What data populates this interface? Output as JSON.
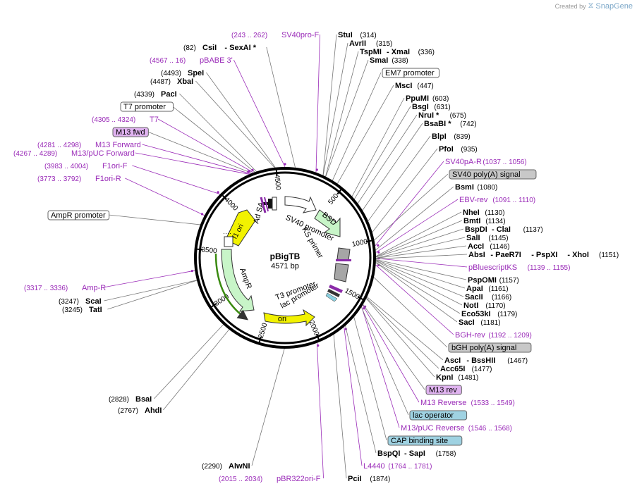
{
  "brand": {
    "created_by": "Created by",
    "product": "SnapGene"
  },
  "plasmid": {
    "name": "pBigTB",
    "length_label": "4571 bp",
    "length": 4571
  },
  "colors": {
    "enzyme": "#000000",
    "primer": "#9a2bb8",
    "feature_box_gray": "#c8c8c8",
    "feature_box_purple": "#e0b3f0",
    "feature_box_blue": "#9fd2e2",
    "ori": "#f2f200",
    "ampr": "#c8f5c8",
    "bsd": "#c8f5c8",
    "backbone": "#000000"
  },
  "ticks": [
    "500",
    "1000",
    "1500",
    "2000",
    "2500",
    "3000",
    "3500",
    "4000",
    "4500"
  ],
  "labels": [
    {
      "name": "label-sv40pro-f",
      "kind": "primer",
      "pos": 253,
      "parts": [
        [
          "(243 .. 262)",
          "p"
        ],
        [
          "SV40pro-F",
          "P"
        ]
      ]
    },
    {
      "name": "label-csii-sexai",
      "kind": "enzyme",
      "pos": 82,
      "parts": [
        [
          "(82)",
          "n"
        ],
        [
          "CsiI",
          "b"
        ],
        [
          "- SexAI *",
          "b"
        ]
      ]
    },
    {
      "name": "label-pbabe3",
      "kind": "primer",
      "pos": 4571,
      "parts": [
        [
          "(4567 .. 16)",
          "p"
        ],
        [
          "pBABE 3'",
          "P"
        ]
      ]
    },
    {
      "name": "label-spei",
      "kind": "enzyme",
      "pos": 4493,
      "parts": [
        [
          "(4493)",
          "n"
        ],
        [
          "SpeI",
          "b"
        ]
      ]
    },
    {
      "name": "label-xbai",
      "kind": "enzyme",
      "pos": 4487,
      "parts": [
        [
          "(4487)",
          "n"
        ],
        [
          "XbaI",
          "b"
        ]
      ]
    },
    {
      "name": "label-paci",
      "kind": "enzyme",
      "pos": 4339,
      "parts": [
        [
          "(4339)",
          "n"
        ],
        [
          "PacI",
          "b"
        ]
      ]
    },
    {
      "name": "label-t7-promoter",
      "kind": "box-white",
      "pos": 4325,
      "parts": [
        [
          "T7 promoter",
          "box"
        ]
      ]
    },
    {
      "name": "label-t7",
      "kind": "primer",
      "pos": 4314,
      "parts": [
        [
          "(4305 .. 4324)",
          "p"
        ],
        [
          "T7",
          "P"
        ]
      ]
    },
    {
      "name": "label-m13-fwd",
      "kind": "box-purple",
      "pos": 4300,
      "parts": [
        [
          "M13 fwd",
          "box"
        ]
      ]
    },
    {
      "name": "label-m13-forward",
      "kind": "primer",
      "pos": 4289,
      "parts": [
        [
          "(4281 .. 4298)",
          "p"
        ],
        [
          "M13 Forward",
          "P"
        ]
      ]
    },
    {
      "name": "label-m13puc-forward",
      "kind": "primer",
      "pos": 4278,
      "parts": [
        [
          "(4267 .. 4289)",
          "p"
        ],
        [
          "M13/pUC Forward",
          "P"
        ]
      ]
    },
    {
      "name": "label-f1ori-f",
      "kind": "primer",
      "pos": 3993,
      "parts": [
        [
          "(3983 .. 4004)",
          "p"
        ],
        [
          "F1ori-F",
          "P"
        ]
      ]
    },
    {
      "name": "label-f1ori-r",
      "kind": "primer",
      "pos": 3782,
      "parts": [
        [
          "(3773 .. 3792)",
          "p"
        ],
        [
          "F1ori-R",
          "P"
        ]
      ]
    },
    {
      "name": "label-ampr-promoter",
      "kind": "box-white",
      "pos": 3700,
      "parts": [
        [
          "AmpR promoter",
          "box"
        ]
      ]
    },
    {
      "name": "label-amp-r",
      "kind": "primer",
      "pos": 3326,
      "parts": [
        [
          "(3317 .. 3336)",
          "p"
        ],
        [
          "Amp-R",
          "P"
        ]
      ]
    },
    {
      "name": "label-scai",
      "kind": "enzyme",
      "pos": 3247,
      "parts": [
        [
          "(3247)",
          "n"
        ],
        [
          "ScaI",
          "b"
        ]
      ]
    },
    {
      "name": "label-tati",
      "kind": "enzyme",
      "pos": 3245,
      "parts": [
        [
          "(3245)",
          "n"
        ],
        [
          "TatI",
          "b"
        ]
      ]
    },
    {
      "name": "label-bsai",
      "kind": "enzyme",
      "pos": 2828,
      "parts": [
        [
          "(2828)",
          "n"
        ],
        [
          "BsaI",
          "b"
        ]
      ]
    },
    {
      "name": "label-ahdi",
      "kind": "enzyme",
      "pos": 2767,
      "parts": [
        [
          "(2767)",
          "n"
        ],
        [
          "AhdI",
          "b"
        ]
      ]
    },
    {
      "name": "label-alwni",
      "kind": "enzyme",
      "pos": 2290,
      "parts": [
        [
          "(2290)",
          "n"
        ],
        [
          "AlwNI",
          "b"
        ]
      ]
    },
    {
      "name": "label-pbr322ori-f",
      "kind": "primer",
      "pos": 2024,
      "parts": [
        [
          "(2015 .. 2034)",
          "p"
        ],
        [
          "pBR322ori-F",
          "P"
        ]
      ]
    },
    {
      "name": "label-pcii",
      "kind": "enzyme",
      "pos": 1874,
      "parts": [
        [
          "PciI",
          "b"
        ],
        [
          "(1874)",
          "n"
        ]
      ]
    },
    {
      "name": "label-l4440",
      "kind": "primer",
      "pos": 1772,
      "parts": [
        [
          "L4440",
          "P"
        ],
        [
          "(1764 .. 1781)",
          "p"
        ]
      ]
    },
    {
      "name": "label-bspqi-sapi",
      "kind": "enzyme",
      "pos": 1758,
      "parts": [
        [
          "BspQI",
          "b"
        ],
        [
          "- SapI",
          "b"
        ],
        [
          "(1758)",
          "n"
        ]
      ]
    },
    {
      "name": "label-cap-binding-site",
      "kind": "box-blue",
      "pos": 1660,
      "parts": [
        [
          "CAP binding site",
          "box"
        ]
      ]
    },
    {
      "name": "label-m13puc-reverse",
      "kind": "primer",
      "pos": 1557,
      "parts": [
        [
          "M13/pUC Reverse",
          "P"
        ],
        [
          "(1546 .. 1568)",
          "p"
        ]
      ]
    },
    {
      "name": "label-lac-operator",
      "kind": "box-blue",
      "pos": 1560,
      "parts": [
        [
          "lac operator",
          "box"
        ]
      ]
    },
    {
      "name": "label-m13-reverse",
      "kind": "primer",
      "pos": 1541,
      "parts": [
        [
          "M13 Reverse",
          "P"
        ],
        [
          "(1533 .. 1549)",
          "p"
        ]
      ]
    },
    {
      "name": "label-m13-rev",
      "kind": "box-purple",
      "pos": 1535,
      "parts": [
        [
          "M13 rev",
          "box"
        ]
      ]
    },
    {
      "name": "label-kpni",
      "kind": "enzyme",
      "pos": 1481,
      "parts": [
        [
          "KpnI",
          "b"
        ],
        [
          "(1481)",
          "n"
        ]
      ]
    },
    {
      "name": "label-acc65i",
      "kind": "enzyme",
      "pos": 1477,
      "parts": [
        [
          "Acc65I",
          "b"
        ],
        [
          "(1477)",
          "n"
        ]
      ]
    },
    {
      "name": "label-asci-bsshii",
      "kind": "enzyme",
      "pos": 1467,
      "parts": [
        [
          "AscI",
          "b"
        ],
        [
          "- BssHII",
          "b"
        ],
        [
          "(1467)",
          "n"
        ]
      ]
    },
    {
      "name": "label-bgh-polya",
      "kind": "box-gray",
      "pos": 1300,
      "parts": [
        [
          "bGH poly(A) signal",
          "box"
        ]
      ]
    },
    {
      "name": "label-bgh-rev",
      "kind": "primer",
      "pos": 1200,
      "parts": [
        [
          "BGH-rev",
          "P"
        ],
        [
          "(1192 .. 1209)",
          "p"
        ]
      ]
    },
    {
      "name": "label-saci",
      "kind": "enzyme",
      "pos": 1181,
      "parts": [
        [
          "SacI",
          "b"
        ],
        [
          "(1181)",
          "n"
        ]
      ]
    },
    {
      "name": "label-eco53ki",
      "kind": "enzyme",
      "pos": 1179,
      "parts": [
        [
          "Eco53kI",
          "b"
        ],
        [
          "(1179)",
          "n"
        ]
      ]
    },
    {
      "name": "label-noti",
      "kind": "enzyme",
      "pos": 1170,
      "parts": [
        [
          "NotI",
          "b"
        ],
        [
          "(1170)",
          "n"
        ]
      ]
    },
    {
      "name": "label-sacii",
      "kind": "enzyme",
      "pos": 1166,
      "parts": [
        [
          "SacII",
          "b"
        ],
        [
          "(1166)",
          "n"
        ]
      ]
    },
    {
      "name": "label-apai",
      "kind": "enzyme",
      "pos": 1161,
      "parts": [
        [
          "ApaI",
          "b"
        ],
        [
          "(1161)",
          "n"
        ]
      ]
    },
    {
      "name": "label-pspomi",
      "kind": "enzyme",
      "pos": 1157,
      "parts": [
        [
          "PspOMI",
          "b"
        ],
        [
          "(1157)",
          "n"
        ]
      ]
    },
    {
      "name": "label-pbluescriptks",
      "kind": "primer",
      "pos": 1147,
      "parts": [
        [
          "pBluescriptKS",
          "P"
        ],
        [
          "(1139 .. 1155)",
          "p"
        ]
      ]
    },
    {
      "name": "label-absi-xhoi",
      "kind": "enzyme",
      "pos": 1151,
      "parts": [
        [
          "AbsI",
          "b"
        ],
        [
          "- PaeR7I",
          "b"
        ],
        [
          "- PspXI",
          "b"
        ],
        [
          "- XhoI",
          "b"
        ],
        [
          "(1151)",
          "n"
        ]
      ]
    },
    {
      "name": "label-acci",
      "kind": "enzyme",
      "pos": 1146,
      "parts": [
        [
          "AccI",
          "b"
        ],
        [
          "(1146)",
          "n"
        ]
      ]
    },
    {
      "name": "label-sali",
      "kind": "enzyme",
      "pos": 1145,
      "parts": [
        [
          "SalI",
          "b"
        ],
        [
          "(1145)",
          "n"
        ]
      ]
    },
    {
      "name": "label-bspdi-clai",
      "kind": "enzyme",
      "pos": 1137,
      "parts": [
        [
          "BspDI",
          "b"
        ],
        [
          "- ClaI",
          "b"
        ],
        [
          "(1137)",
          "n"
        ]
      ]
    },
    {
      "name": "label-bmti",
      "kind": "enzyme",
      "pos": 1134,
      "parts": [
        [
          "BmtI",
          "b"
        ],
        [
          "(1134)",
          "n"
        ]
      ]
    },
    {
      "name": "label-nhei",
      "kind": "enzyme",
      "pos": 1130,
      "parts": [
        [
          "NheI",
          "b"
        ],
        [
          "(1130)",
          "n"
        ]
      ]
    },
    {
      "name": "label-ebv-rev",
      "kind": "primer",
      "pos": 1100,
      "parts": [
        [
          "EBV-rev",
          "P"
        ],
        [
          "(1091 .. 1110)",
          "p"
        ]
      ]
    },
    {
      "name": "label-bsmi",
      "kind": "enzyme",
      "pos": 1080,
      "parts": [
        [
          "BsmI",
          "b"
        ],
        [
          "(1080)",
          "n"
        ]
      ]
    },
    {
      "name": "label-sv40-polya",
      "kind": "box-gray",
      "pos": 1000,
      "parts": [
        [
          "SV40 poly(A) signal",
          "box"
        ]
      ]
    },
    {
      "name": "label-sv40pa-r",
      "kind": "primer",
      "pos": 1046,
      "parts": [
        [
          "SV40pA-R",
          "P"
        ],
        [
          "(1037 .. 1056)",
          "p"
        ]
      ]
    },
    {
      "name": "label-pfoi",
      "kind": "enzyme",
      "pos": 935,
      "parts": [
        [
          "PfoI",
          "b"
        ],
        [
          "(935)",
          "n"
        ]
      ]
    },
    {
      "name": "label-blpi",
      "kind": "enzyme",
      "pos": 839,
      "parts": [
        [
          "BlpI",
          "b"
        ],
        [
          "(839)",
          "n"
        ]
      ]
    },
    {
      "name": "label-bsabi",
      "kind": "enzyme",
      "pos": 742,
      "parts": [
        [
          "BsaBI *",
          "b"
        ],
        [
          "(742)",
          "n"
        ]
      ]
    },
    {
      "name": "label-nrui",
      "kind": "enzyme",
      "pos": 675,
      "parts": [
        [
          "NruI *",
          "b"
        ],
        [
          "(675)",
          "n"
        ]
      ]
    },
    {
      "name": "label-bsgi",
      "kind": "enzyme",
      "pos": 631,
      "parts": [
        [
          "BsgI",
          "b"
        ],
        [
          "(631)",
          "n"
        ]
      ]
    },
    {
      "name": "label-ppumi",
      "kind": "enzyme",
      "pos": 603,
      "parts": [
        [
          "PpuMI",
          "b"
        ],
        [
          "(603)",
          "n"
        ]
      ]
    },
    {
      "name": "label-msci",
      "kind": "enzyme",
      "pos": 447,
      "parts": [
        [
          "MscI",
          "b"
        ],
        [
          "(447)",
          "n"
        ]
      ]
    },
    {
      "name": "label-em7-promoter",
      "kind": "box-white",
      "pos": 400,
      "parts": [
        [
          "EM7 promoter",
          "box"
        ]
      ]
    },
    {
      "name": "label-smai",
      "kind": "enzyme",
      "pos": 338,
      "parts": [
        [
          "SmaI",
          "b"
        ],
        [
          "(338)",
          "n"
        ]
      ]
    },
    {
      "name": "label-tspmi-xmai",
      "kind": "enzyme",
      "pos": 336,
      "parts": [
        [
          "TspMI",
          "b"
        ],
        [
          "- XmaI",
          "b"
        ],
        [
          "(336)",
          "n"
        ]
      ]
    },
    {
      "name": "label-avrii",
      "kind": "enzyme",
      "pos": 315,
      "parts": [
        [
          "AvrII",
          "b"
        ],
        [
          "(315)",
          "n"
        ]
      ]
    },
    {
      "name": "label-stui",
      "kind": "enzyme",
      "pos": 314,
      "parts": [
        [
          "StuI",
          "b"
        ],
        [
          "(314)",
          "n"
        ]
      ]
    }
  ],
  "inner_features": [
    {
      "name": "feature-f1-ori",
      "label": "f1 ori"
    },
    {
      "name": "feature-ad-sa",
      "label": "Ad SA"
    },
    {
      "name": "feature-sv40-promoter",
      "label": "SV40 promoter"
    },
    {
      "name": "feature-bsd",
      "label": "BSD"
    },
    {
      "name": "feature-ks-primer",
      "label": "KS primer"
    },
    {
      "name": "feature-ampr",
      "label": "AmpR"
    },
    {
      "name": "feature-t3-promoter",
      "label": "T3 promoter"
    },
    {
      "name": "feature-lac-promoter",
      "label": "lac promoter"
    },
    {
      "name": "feature-ori",
      "label": "ori"
    }
  ]
}
